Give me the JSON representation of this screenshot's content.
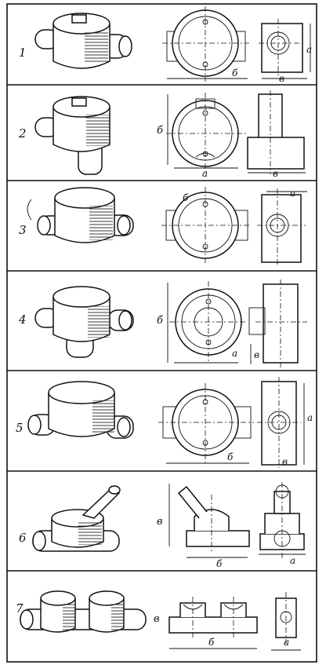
{
  "rows": [
    {
      "num": "1",
      "dims": [
        "б",
        "в",
        "а"
      ]
    },
    {
      "num": "2",
      "dims": [
        "б",
        "а",
        "в"
      ]
    },
    {
      "num": "3",
      "dims": [
        "б",
        "а"
      ]
    },
    {
      "num": "4",
      "dims": [
        "б",
        "а",
        "в"
      ]
    },
    {
      "num": "5",
      "dims": [
        "б",
        "а",
        "в"
      ]
    },
    {
      "num": "6",
      "dims": [
        "в",
        "б",
        "а"
      ]
    },
    {
      "num": "7",
      "dims": [
        "в",
        "б",
        "а"
      ]
    }
  ]
}
